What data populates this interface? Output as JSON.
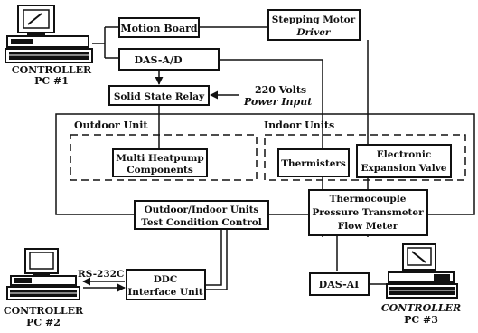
{
  "controllers": {
    "pc1": {
      "label_line1": "CONTROLLER",
      "label_line2": "PC #1"
    },
    "pc2": {
      "label_line1": "CONTROLLER",
      "label_line2": "PC #2"
    },
    "pc3": {
      "label_line1": "CONTROLLER",
      "label_line2": "PC #3"
    }
  },
  "boxes": {
    "motion_board": "Motion Board",
    "stepping_motor_line1": "Stepping Motor",
    "stepping_motor_line2": "Driver",
    "das_ad": "DAS-A/D",
    "ssr": "Solid State Relay",
    "multi_heatpump_line1": "Multi Heatpump",
    "multi_heatpump_line2": "Components",
    "thermisters": "Thermisters",
    "eev_line1": "Electronic",
    "eev_line2": "Expansion Valve",
    "test_cond_line1": "Outdoor/Indoor Units",
    "test_cond_line2": "Test Condition Control",
    "sensors_line1": "Thermocouple",
    "sensors_line2": "Pressure Transmeter",
    "sensors_line3": "Flow Meter",
    "ddc_line1": "DDC",
    "ddc_line2": "Interface Unit",
    "das_ai": "DAS-AI"
  },
  "regions": {
    "outdoor": "Outdoor Unit",
    "indoor": "Indoor Units"
  },
  "labels": {
    "power_line1": "220 Volts",
    "power_line2": "Power Input",
    "rs232c": "RS-232C"
  }
}
